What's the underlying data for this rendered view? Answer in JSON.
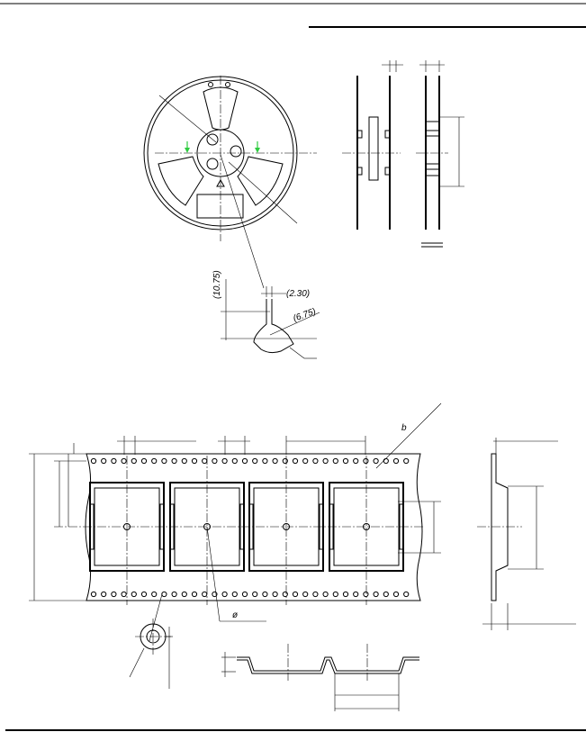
{
  "reel_detail": {
    "dim_vertical": "(10.75)",
    "dim_width": "(2.30)",
    "dim_radius": "(6.75)"
  },
  "tape": {
    "callout_top": "b",
    "callout_center": "ø"
  },
  "colors": {
    "line": "#000000",
    "arrow_accent": "#2ecc40",
    "background": "#ffffff"
  }
}
